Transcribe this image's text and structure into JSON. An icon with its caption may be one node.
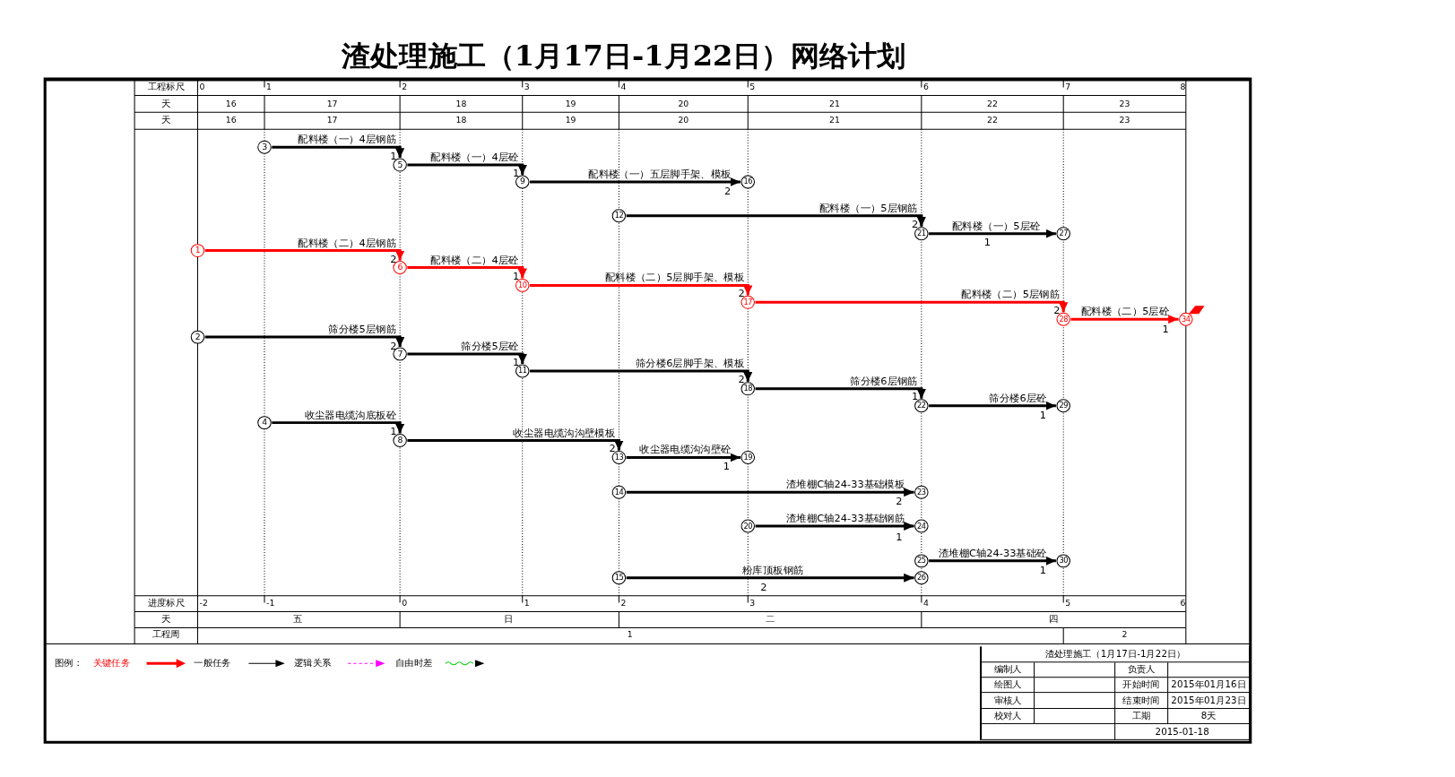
{
  "diagram": {
    "title": "渣处理施工（1月17日-1月22日）网络计划",
    "nodes": [
      {
        "text": [
          "3"
        ]
      },
      {
        "text": [
          "5"
        ]
      },
      {
        "text": [
          "9"
        ]
      },
      {
        "text": [
          "16"
        ]
      },
      {
        "text": [
          "12"
        ]
      },
      {
        "text": [
          "21"
        ]
      },
      {
        "text": [
          "27"
        ]
      },
      {
        "text": [
          "1"
        ]
      },
      {
        "text": [
          "6"
        ]
      },
      {
        "text": [
          "10"
        ]
      },
      {
        "text": [
          "17"
        ]
      },
      {
        "text": [
          "28"
        ]
      },
      {
        "text": [
          "34"
        ]
      },
      {
        "text": [
          "2"
        ]
      },
      {
        "text": [
          "7"
        ]
      },
      {
        "text": [
          "11"
        ]
      },
      {
        "text": [
          "18"
        ]
      },
      {
        "text": [
          "22"
        ]
      },
      {
        "text": [
          "29"
        ]
      },
      {
        "text": [
          "4"
        ]
      },
      {
        "text": [
          "8"
        ]
      },
      {
        "text": [
          "13"
        ]
      },
      {
        "text": [
          "19"
        ]
      },
      {
        "text": [
          "14"
        ]
      },
      {
        "text": [
          "23"
        ]
      },
      {
        "text": [
          "20"
        ]
      },
      {
        "text": [
          "24"
        ]
      },
      {
        "text": [
          "25"
        ]
      },
      {
        "text": [
          "30"
        ]
      },
      {
        "text": [
          "15"
        ]
      },
      {
        "text": [
          "26"
        ]
      }
    ],
    "edges": [
      {
        "from": 0,
        "to": 1,
        "arrow": "to",
        "label": "配料楼（一）4层钢筋"
      },
      {
        "from": 1,
        "to": 2,
        "arrow": "to",
        "label": "配料楼（一）4层砼"
      },
      {
        "from": 2,
        "to": 3,
        "arrow": "to",
        "label": "配料楼（一）五层脚手架、模板"
      },
      {
        "from": 4,
        "to": 5,
        "arrow": "to",
        "label": "配料楼（一）5层钢筋"
      },
      {
        "from": 5,
        "to": 6,
        "arrow": "to",
        "label": "配料楼（一）5层砼"
      },
      {
        "from": 7,
        "to": 8,
        "arrow": "to",
        "label": "配料楼（二）4层钢筋",
        "color": "#ff0000"
      },
      {
        "from": 8,
        "to": 9,
        "arrow": "to",
        "label": "配料楼（二）4层砼",
        "color": "#ff0000"
      },
      {
        "from": 9,
        "to": 10,
        "arrow": "to",
        "label": "配料楼（二）5层脚手架、模板",
        "color": "#ff0000"
      },
      {
        "from": 10,
        "to": 11,
        "arrow": "to",
        "label": "配料楼（二）5层钢筋",
        "color": "#ff0000"
      },
      {
        "from": 11,
        "to": 12,
        "arrow": "to",
        "label": "配料楼（二）5层砼",
        "color": "#ff0000"
      },
      {
        "from": 13,
        "to": 14,
        "arrow": "to",
        "label": "筛分楼5层钢筋"
      },
      {
        "from": 14,
        "to": 15,
        "arrow": "to",
        "label": "筛分楼5层砼"
      },
      {
        "from": 15,
        "to": 16,
        "arrow": "to",
        "label": "筛分楼6层脚手架、模板"
      },
      {
        "from": 16,
        "to": 17,
        "arrow": "to",
        "label": "筛分楼6层钢筋"
      },
      {
        "from": 17,
        "to": 18,
        "arrow": "to",
        "label": "筛分楼6层砼"
      },
      {
        "from": 19,
        "to": 20,
        "arrow": "to",
        "label": "收尘器电缆沟底板砼"
      },
      {
        "from": 20,
        "to": 21,
        "arrow": "to",
        "label": "收尘器电缆沟沟壁模板"
      },
      {
        "from": 21,
        "to": 22,
        "arrow": "to",
        "label": "收尘器电缆沟沟壁砼"
      },
      {
        "from": 23,
        "to": 24,
        "arrow": "to",
        "label": "渣堆棚C轴24-33基础模板"
      },
      {
        "from": 25,
        "to": 26,
        "arrow": "to",
        "label": "渣堆棚C轴24-33基础钢筋"
      },
      {
        "from": 27,
        "to": 28,
        "arrow": "to",
        "label": "渣堆棚C轴24-33基础砼"
      },
      {
        "from": 29,
        "to": 30,
        "arrow": "to",
        "label": "粉库顶板钢筋"
      }
    ],
    "labels": [
      "工程标尺",
      "0",
      "1",
      "2",
      "3",
      "4",
      "5",
      "6",
      "7",
      "8",
      "天",
      "16",
      "17",
      "18",
      "19",
      "20",
      "21",
      "22",
      "23",
      "天",
      "16",
      "17",
      "18",
      "19",
      "20",
      "21",
      "22",
      "23",
      "1",
      "1",
      "2",
      "2",
      "1",
      "2",
      "1",
      "2",
      "2",
      "1",
      "2",
      "1",
      "2",
      "1",
      "1",
      "1",
      "2",
      "1",
      "2",
      "1",
      "1",
      "2",
      "进度标尺",
      "-2",
      "-1",
      "0",
      "1",
      "2",
      "3",
      "4",
      "5",
      "6",
      "天",
      "五",
      "日",
      "二",
      "四",
      "工程周",
      "1",
      "2",
      "图例：",
      "渣处理施工（1月17日-1月22日）",
      "编制人",
      "负责人",
      "绘图人",
      "开始时间",
      "2015年01月16日",
      "审核人",
      "结束时间",
      "2015年01月23日",
      "校对人",
      "工期",
      "8天",
      "2015-01-18"
    ],
    "legend": [
      {
        "text": "关键任务"
      },
      {
        "text": "一般任务"
      },
      {
        "text": "逻辑关系"
      },
      {
        "text": "自由时差"
      }
    ]
  }
}
